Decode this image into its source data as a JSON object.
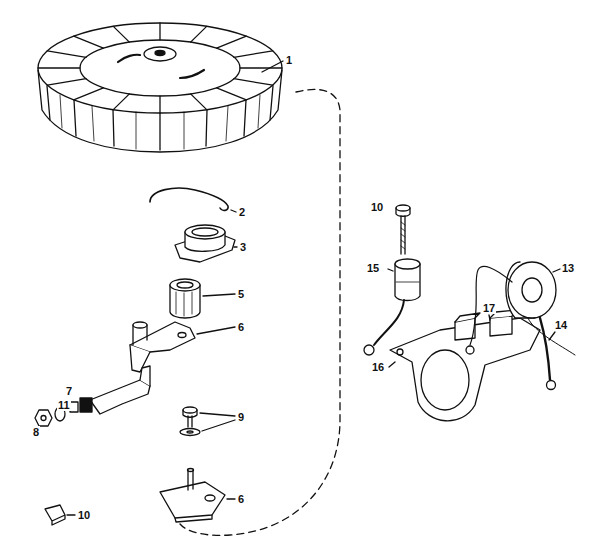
{
  "diagram": {
    "labels": [
      "1",
      "2",
      "3",
      "5",
      "6",
      "7",
      "11",
      "8",
      "9",
      "6",
      "10",
      "10",
      "15",
      "17",
      "13",
      "16",
      "14"
    ]
  }
}
